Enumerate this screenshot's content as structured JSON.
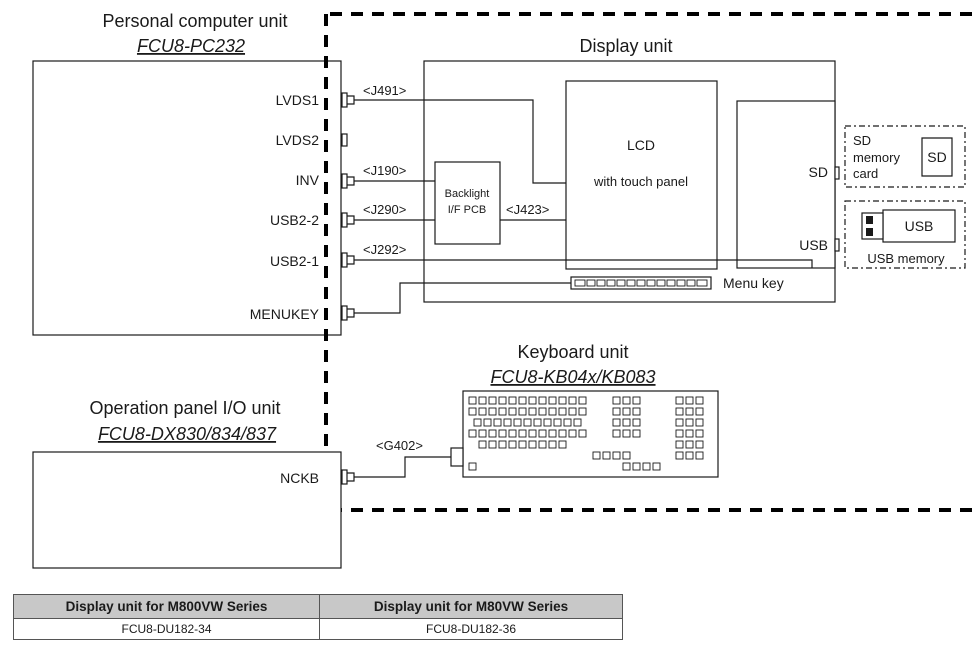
{
  "pc_unit": {
    "title": "Personal computer unit",
    "model": "FCU8-PC232",
    "ports": [
      "LVDS1",
      "LVDS2",
      "INV",
      "USB2-2",
      "USB2-1",
      "MENUKEY"
    ]
  },
  "display_unit": {
    "title": "Display unit",
    "lcd_line1": "LCD",
    "lcd_line2": "with touch panel",
    "backlight_line1": "Backlight",
    "backlight_line2": "I/F PCB",
    "port_sd": "SD",
    "port_usb": "USB",
    "menu_key": "Menu key"
  },
  "connectors": {
    "j491": "<J491>",
    "j190": "<J190>",
    "j290": "<J290>",
    "j292": "<J292>",
    "j423": "<J423>",
    "g402": "<G402>"
  },
  "sd_card": {
    "line1": "SD",
    "line2": "memory",
    "line3": "card",
    "icon_label": "SD"
  },
  "usb_memory": {
    "icon_label": "USB",
    "caption": "USB memory"
  },
  "keyboard_unit": {
    "title": "Keyboard unit",
    "model": "FCU8-KB04x/KB083"
  },
  "op_panel": {
    "title": "Operation panel I/O unit",
    "model": "FCU8-DX830/834/837",
    "port": "NCKB"
  },
  "model_table": {
    "headers": [
      "Display unit for M800VW Series",
      "Display unit for M80VW Series"
    ],
    "row": [
      "FCU8-DU182-34",
      "FCU8-DU182-36"
    ]
  }
}
